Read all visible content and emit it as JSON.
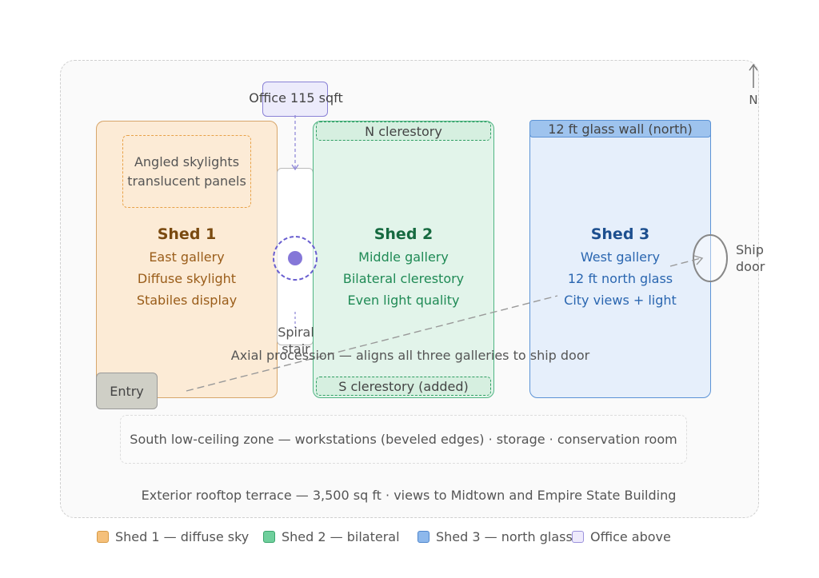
{
  "north": {
    "label": "N"
  },
  "office": {
    "label": "Office 115 sqft"
  },
  "shed1": {
    "skylight_lines": [
      "Angled skylights",
      "translucent panels"
    ],
    "title": "Shed 1",
    "lines": [
      "East gallery",
      "Diffuse skylight",
      "Stabiles display"
    ]
  },
  "shed2": {
    "n_clerestory": "N clerestory",
    "s_clerestory": "S clerestory (added)",
    "title": "Shed 2",
    "lines": [
      "Middle gallery",
      "Bilateral clerestory",
      "Even light quality"
    ]
  },
  "shed3": {
    "glass_wall": "12 ft glass wall (north)",
    "title": "Shed 3",
    "lines": [
      "West gallery",
      "12 ft north glass",
      "City views + light"
    ]
  },
  "stair": {
    "lines": [
      "Spiral",
      "stair"
    ]
  },
  "ship_door": {
    "lines": [
      "Ship",
      "door"
    ]
  },
  "entry": {
    "label": "Entry"
  },
  "axial": {
    "label": "Axial procession — aligns all three galleries to ship door"
  },
  "south_zone": {
    "label": "South low-ceiling zone — workstations (beveled edges) · storage · conservation room"
  },
  "terrace": {
    "label": "Exterior rooftop terrace — 3,500 sq ft · views to Midtown and Empire State Building"
  },
  "legend": [
    {
      "label": "Shed 1 — diffuse sky",
      "color": "#f5c07a",
      "border": "#d79a45"
    },
    {
      "label": "Shed 2 — bilateral",
      "color": "#6fcf9c",
      "border": "#3aa56d"
    },
    {
      "label": "Shed 3 — north glass",
      "color": "#8db8ec",
      "border": "#4f86cc"
    },
    {
      "label": "Office above",
      "color": "#eeeafc",
      "border": "#9b92dc"
    }
  ],
  "colors": {
    "shed1_fill": "#fcebd6",
    "shed2_fill": "#e2f4ea",
    "shed3_fill": "#e6effb",
    "office_fill": "#ecebfb",
    "stair_marker": "#8577d8"
  }
}
